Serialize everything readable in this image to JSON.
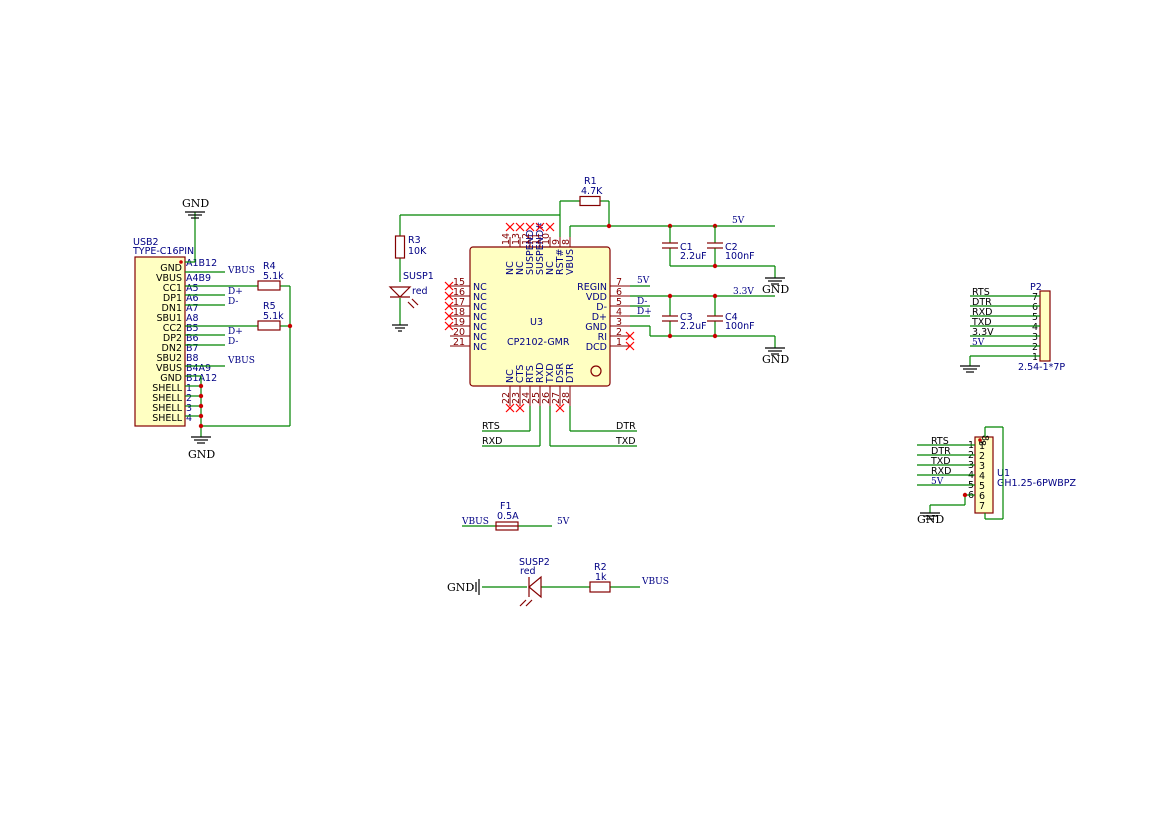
{
  "usb": {
    "ref": "USB2",
    "value": "TYPE-C16PIN",
    "pins": [
      {
        "name": "GND",
        "num": "A1B12"
      },
      {
        "name": "VBUS",
        "num": "A4B9"
      },
      {
        "name": "CC1",
        "num": "A5"
      },
      {
        "name": "DP1",
        "num": "A6"
      },
      {
        "name": "DN1",
        "num": "A7"
      },
      {
        "name": "SBU1",
        "num": "A8"
      },
      {
        "name": "CC2",
        "num": "B5"
      },
      {
        "name": "DP2",
        "num": "B6"
      },
      {
        "name": "DN2",
        "num": "B7"
      },
      {
        "name": "SBU2",
        "num": "B8"
      },
      {
        "name": "VBUS",
        "num": "B4A9"
      },
      {
        "name": "GND",
        "num": "B1A12"
      },
      {
        "name": "SHELL",
        "num": "1"
      },
      {
        "name": "SHELL",
        "num": "2"
      },
      {
        "name": "SHELL",
        "num": "3"
      },
      {
        "name": "SHELL",
        "num": "4"
      }
    ],
    "labels": {
      "vbus1": "VBUS",
      "dp1": "D+",
      "dn1": "D-",
      "dp2": "D+",
      "dn2": "D-",
      "vbus2": "VBUS"
    }
  },
  "gnd_top": "GND",
  "gnd_bottom": "GND",
  "r4": {
    "ref": "R4",
    "value": "5.1k"
  },
  "r5": {
    "ref": "R5",
    "value": "5.1k"
  },
  "r3": {
    "ref": "R3",
    "value": "10K"
  },
  "susp1": {
    "ref": "SUSP1",
    "value": "red"
  },
  "r1": {
    "ref": "R1",
    "value": "4.7K"
  },
  "c1": {
    "ref": "C1",
    "value": "2.2uF"
  },
  "c2": {
    "ref": "C2",
    "value": "100nF"
  },
  "c3": {
    "ref": "C3",
    "value": "2.2uF"
  },
  "c4": {
    "ref": "C4",
    "value": "100nF"
  },
  "net_5v_top": "5V",
  "net_33v": "3.3V",
  "gnd_cap1": "GND",
  "gnd_cap2": "GND",
  "u3": {
    "ref": "U3",
    "value": "CP2102-GMR",
    "top_pins": [
      {
        "name": "NC",
        "num": "14"
      },
      {
        "name": "NC",
        "num": "13"
      },
      {
        "name": "SUSPEND",
        "num": "12"
      },
      {
        "name": "SUSPEND#",
        "num": "11"
      },
      {
        "name": "NC",
        "num": "10"
      },
      {
        "name": "RST#",
        "num": "9"
      },
      {
        "name": "VBUS",
        "num": "8"
      }
    ],
    "left_pins": [
      {
        "name": "NC",
        "num": "15"
      },
      {
        "name": "NC",
        "num": "16"
      },
      {
        "name": "NC",
        "num": "17"
      },
      {
        "name": "NC",
        "num": "18"
      },
      {
        "name": "NC",
        "num": "19"
      },
      {
        "name": "NC",
        "num": "20"
      },
      {
        "name": "NC",
        "num": "21"
      }
    ],
    "right_pins": [
      {
        "name": "REGIN",
        "num": "7"
      },
      {
        "name": "VDD",
        "num": "6"
      },
      {
        "name": "D-",
        "num": "5"
      },
      {
        "name": "D+",
        "num": "4"
      },
      {
        "name": "GND",
        "num": "3"
      },
      {
        "name": "RI",
        "num": "2"
      },
      {
        "name": "DCD",
        "num": "1"
      }
    ],
    "bottom_pins": [
      {
        "name": "NC",
        "num": "22"
      },
      {
        "name": "CTS",
        "num": "23"
      },
      {
        "name": "RTS",
        "num": "24"
      },
      {
        "name": "RXD",
        "num": "25"
      },
      {
        "name": "TXD",
        "num": "26"
      },
      {
        "name": "DSR",
        "num": "27"
      },
      {
        "name": "DTR",
        "num": "28"
      }
    ],
    "net_regin": "5V",
    "net_dm": "D-",
    "net_dp": "D+"
  },
  "u3_wires": {
    "rts": "RTS",
    "rxd": "RXD",
    "dtr": "DTR",
    "txd": "TXD"
  },
  "p2": {
    "ref": "P2",
    "value": "2.54-1*7P",
    "signals": [
      "RTS",
      "DTR",
      "RXD",
      "TXD",
      "3.3V",
      "5V"
    ],
    "pin_nums": [
      "7",
      "6",
      "5",
      "4",
      "3",
      "2",
      "1"
    ]
  },
  "u1": {
    "ref": "U1",
    "value": "GH1.25-6PWBPZ",
    "signals": [
      "RTS",
      "DTR",
      "TXD",
      "RXD",
      "5V"
    ],
    "outer_nums": [
      "1",
      "2",
      "3",
      "4",
      "5",
      "6"
    ],
    "inner_nums": [
      "1",
      "2",
      "3",
      "4",
      "5",
      "6",
      "7"
    ],
    "top_num": "8",
    "inner_top": "8",
    "gnd": "GND"
  },
  "f1": {
    "ref": "F1",
    "value": "0.5A",
    "left_net": "VBUS",
    "right_net": "5V"
  },
  "susp2": {
    "ref": "SUSP2",
    "value": "red",
    "gnd": "GND"
  },
  "r2": {
    "ref": "R2",
    "value": "1k",
    "net": "VBUS"
  }
}
